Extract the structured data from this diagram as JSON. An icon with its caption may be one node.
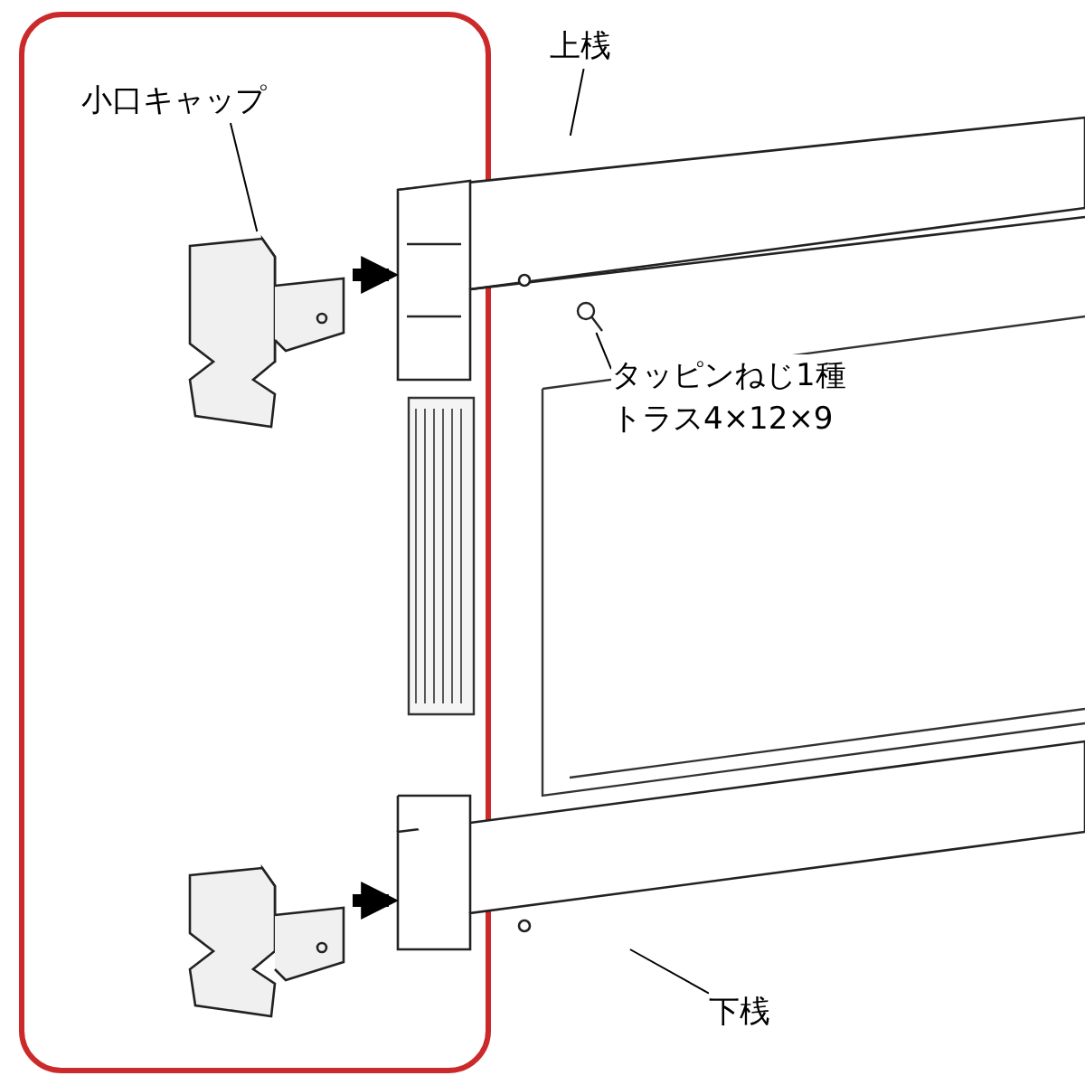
{
  "diagram": {
    "nodes": [
      {
        "text": [
          "小口キャップ"
        ]
      },
      {
        "text": [],
        "shape": "picture"
      },
      {
        "text": [
          "上桟"
        ]
      },
      {
        "text": [],
        "shape": "picture"
      },
      {
        "text": [
          "タッピンねじ1種",
          "トラス4×12×9"
        ]
      },
      {
        "text": [],
        "shape": "picture"
      },
      {
        "text": [
          "下桟"
        ]
      },
      {
        "text": [],
        "shape": "picture"
      },
      {
        "text": [],
        "shape": "picture"
      }
    ],
    "edges": [
      {
        "from": 0,
        "to": 1,
        "arrow": "none"
      },
      {
        "from": 2,
        "to": 3,
        "arrow": "none"
      },
      {
        "from": 4,
        "to": 5,
        "arrow": "none"
      },
      {
        "from": 6,
        "to": 7,
        "arrow": "none"
      },
      {
        "from": 1,
        "to": 3,
        "arrow": "to",
        "style": "thick"
      },
      {
        "from": 8,
        "to": 7,
        "arrow": "to",
        "style": "thick"
      }
    ]
  }
}
